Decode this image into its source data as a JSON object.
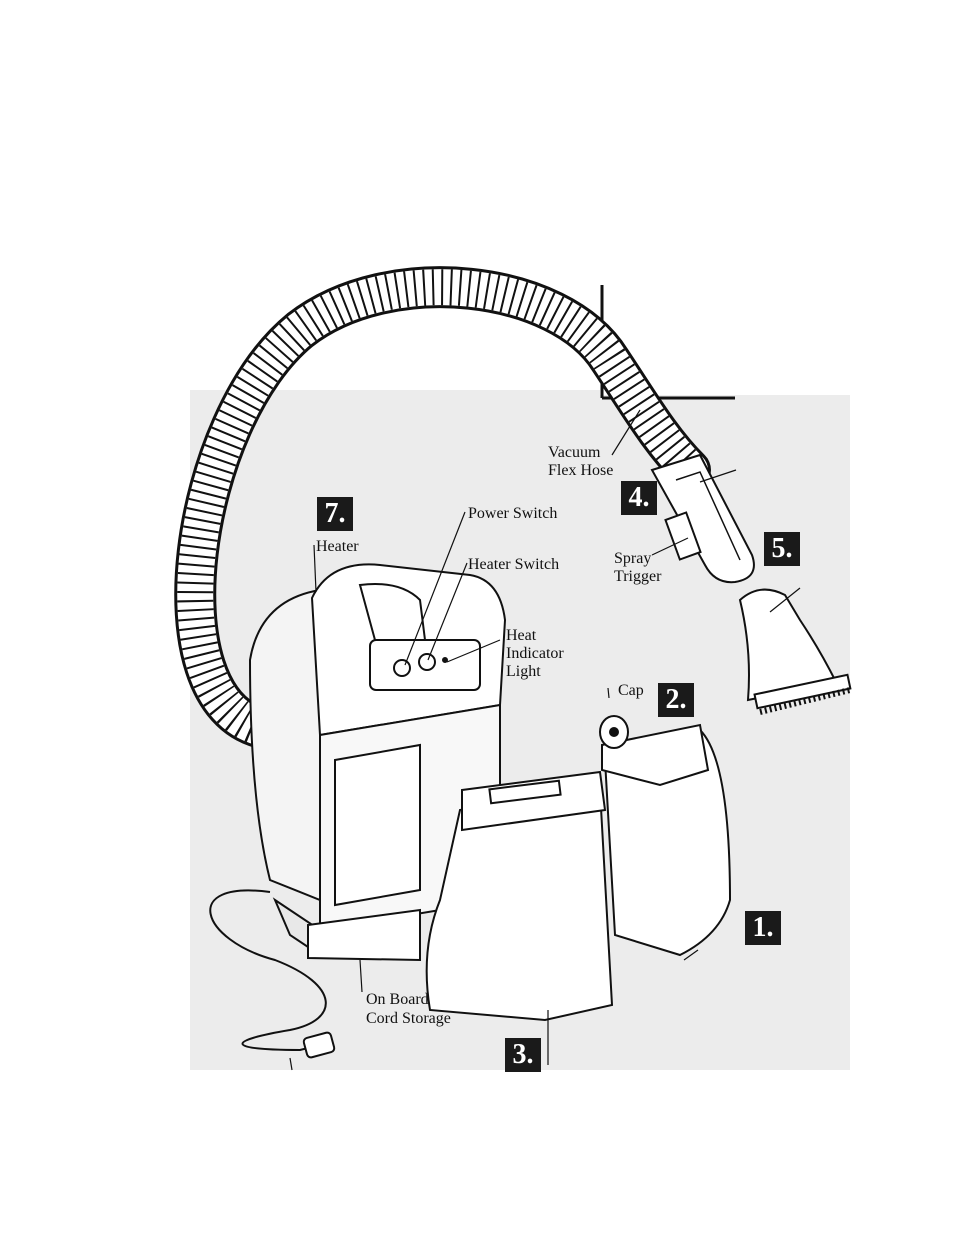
{
  "labels": {
    "vacuum_flex_hose": [
      "Vacuum",
      "Flex Hose"
    ],
    "power_switch": "Power Switch",
    "heater_switch": "Heater Switch",
    "heater": "Heater",
    "heat_indicator_light": [
      "Heat",
      "Indicator",
      "Light"
    ],
    "spray_trigger": [
      "Spray",
      "Trigger"
    ],
    "cap": "Cap",
    "on_board_cord_storage": [
      "On Board",
      "Cord Storage"
    ]
  },
  "badges": {
    "b1": "1.",
    "b2": "2.",
    "b3": "3.",
    "b4": "4.",
    "b5": "5.",
    "b7": "7."
  },
  "colors": {
    "ink": "#1a1a1a",
    "paper": "#ffffff",
    "shade": "#e6e6e6"
  }
}
